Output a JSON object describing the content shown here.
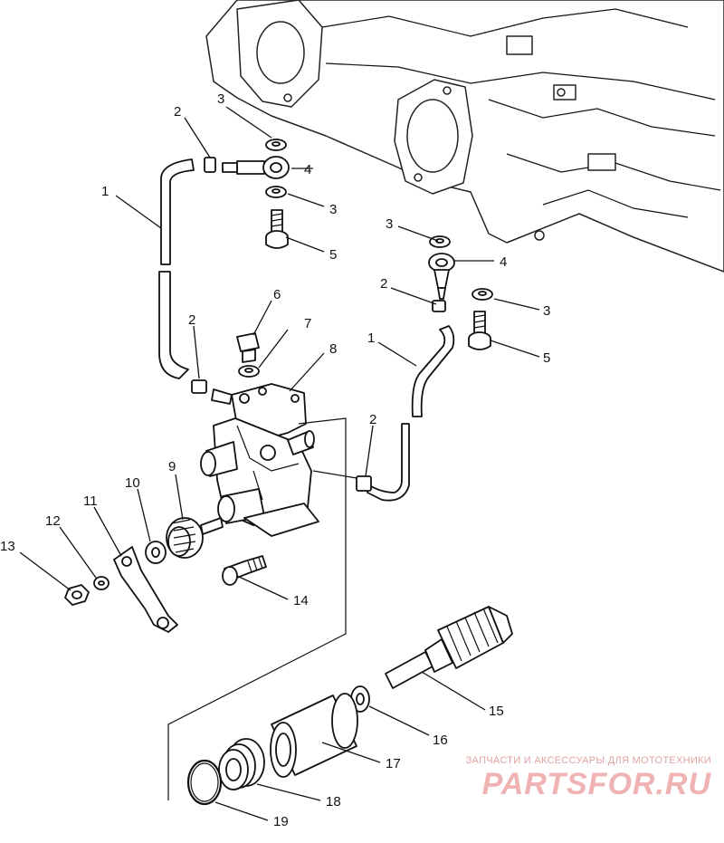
{
  "diagram": {
    "callouts": [
      {
        "id": "c1a",
        "label": "1"
      },
      {
        "id": "c2a",
        "label": "2"
      },
      {
        "id": "c3a",
        "label": "3"
      },
      {
        "id": "c4a",
        "label": "4"
      },
      {
        "id": "c3b",
        "label": "3"
      },
      {
        "id": "c5a",
        "label": "5"
      },
      {
        "id": "c3c",
        "label": "3"
      },
      {
        "id": "c4b",
        "label": "4"
      },
      {
        "id": "c2b",
        "label": "2"
      },
      {
        "id": "c3d",
        "label": "3"
      },
      {
        "id": "c5b",
        "label": "5"
      },
      {
        "id": "c6",
        "label": "6"
      },
      {
        "id": "c7",
        "label": "7"
      },
      {
        "id": "c8",
        "label": "8"
      },
      {
        "id": "c2c",
        "label": "2"
      },
      {
        "id": "c1b",
        "label": "1"
      },
      {
        "id": "c2d",
        "label": "2"
      },
      {
        "id": "c9",
        "label": "9"
      },
      {
        "id": "c10",
        "label": "10"
      },
      {
        "id": "c11",
        "label": "11"
      },
      {
        "id": "c12",
        "label": "12"
      },
      {
        "id": "c13",
        "label": "13"
      },
      {
        "id": "c14",
        "label": "14"
      },
      {
        "id": "c15",
        "label": "15"
      },
      {
        "id": "c16",
        "label": "16"
      },
      {
        "id": "c17",
        "label": "17"
      },
      {
        "id": "c18",
        "label": "18"
      },
      {
        "id": "c19",
        "label": "19"
      }
    ]
  },
  "watermark": {
    "tagline": "ЗАПЧАСТИ И АКСЕССУАРЫ ДЛЯ МОТОТЕХНИКИ",
    "logo": "PARTSFOR.RU"
  }
}
